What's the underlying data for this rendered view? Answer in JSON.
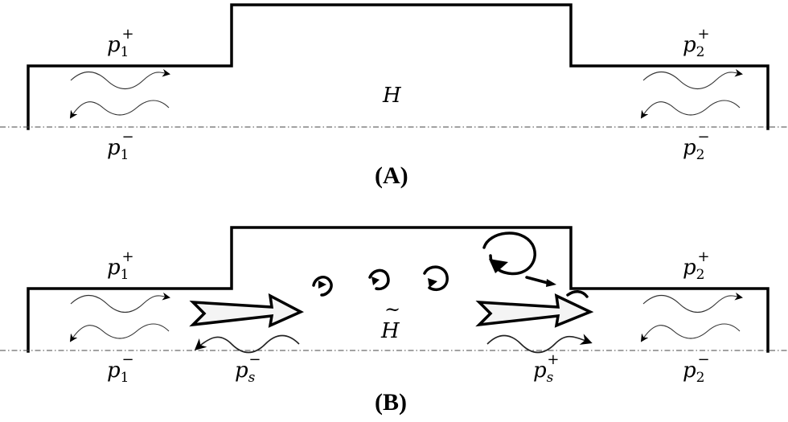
{
  "panels": [
    {
      "id": "A",
      "label": "(A)",
      "center_symbol": "H",
      "pressures": {
        "p1_plus": {
          "base": "p",
          "sub": "1",
          "sup": "+"
        },
        "p1_minus": {
          "base": "p",
          "sub": "1",
          "sup": "−"
        },
        "p2_plus": {
          "base": "p",
          "sub": "2",
          "sup": "+"
        },
        "p2_minus": {
          "base": "p",
          "sub": "2",
          "sup": "−"
        }
      }
    },
    {
      "id": "B",
      "label": "(B)",
      "center_symbol": "H",
      "center_accent": "~",
      "pressures": {
        "p1_plus": {
          "base": "p",
          "sub": "1",
          "sup": "+"
        },
        "p1_minus": {
          "base": "p",
          "sub": "1",
          "sup": "−"
        },
        "p2_plus": {
          "base": "p",
          "sub": "2",
          "sup": "+"
        },
        "p2_minus": {
          "base": "p",
          "sub": "2",
          "sup": "−"
        },
        "ps_minus": {
          "base": "p",
          "sub": "s",
          "sup": "−"
        },
        "ps_plus": {
          "base": "p",
          "sub": "s",
          "sup": "+"
        }
      }
    }
  ]
}
